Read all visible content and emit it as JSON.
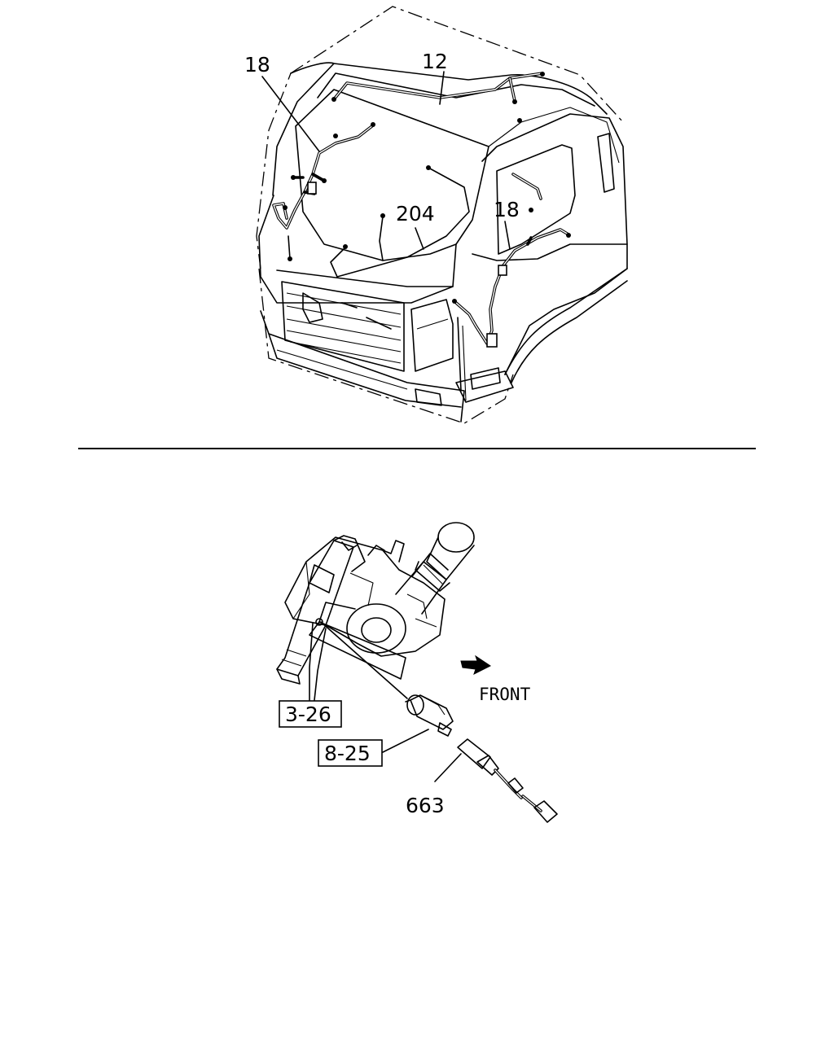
{
  "cab_diagram": {
    "callouts": {
      "harness_left": "18",
      "harness_roof": "12",
      "harness_center": "204",
      "harness_right": "18"
    }
  },
  "pump_diagram": {
    "direction_label": "FRONT",
    "ref_pump": "3-26",
    "ref_switch": "8-25",
    "part_harness": "663"
  }
}
